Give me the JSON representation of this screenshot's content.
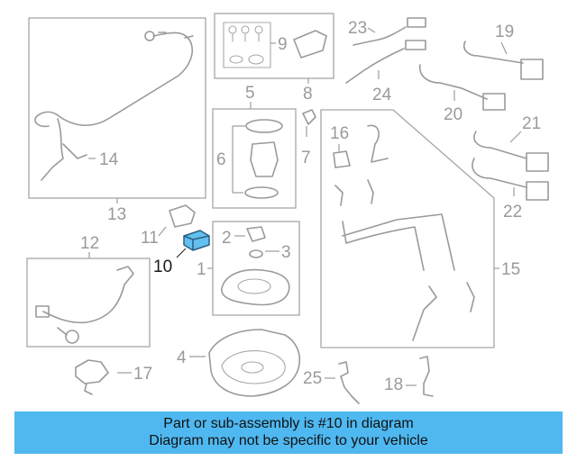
{
  "callouts": {
    "c1": "1",
    "c2": "2",
    "c3": "3",
    "c4": "4",
    "c5": "5",
    "c6": "6",
    "c7": "7",
    "c8": "8",
    "c9": "9",
    "c10": "10",
    "c11": "11",
    "c12": "12",
    "c13": "13",
    "c14": "14",
    "c15": "15",
    "c16": "16",
    "c17": "17",
    "c18": "18",
    "c19": "19",
    "c20": "20",
    "c21": "21",
    "c22": "22",
    "c23": "23",
    "c24": "24",
    "c25": "25"
  },
  "highlight": {
    "part_number": "10",
    "color": "#62bff0"
  },
  "banner": {
    "line1": "Part or sub-assembly is #10 in diagram",
    "line2": "Diagram may not be specific to your vehicle",
    "color": "#4fb8f0"
  }
}
